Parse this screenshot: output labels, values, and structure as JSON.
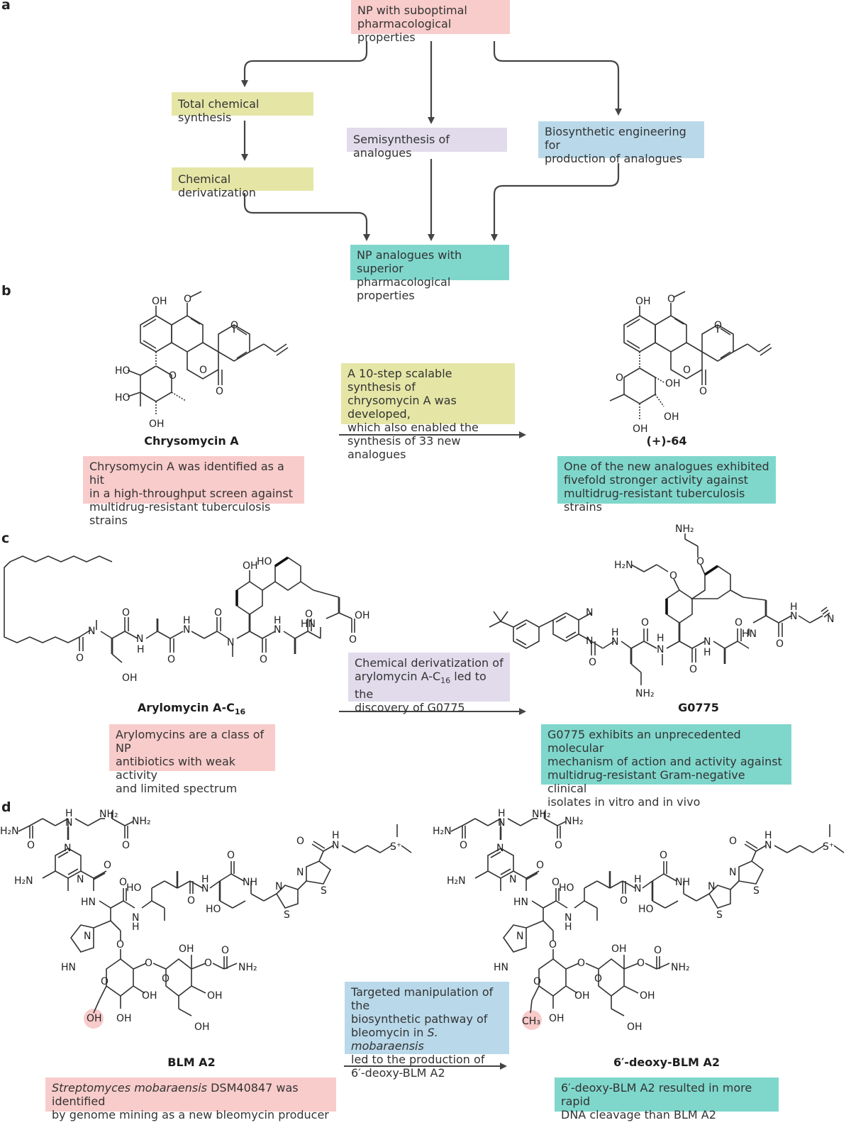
{
  "panels": {
    "a": "a",
    "b": "b",
    "c": "c",
    "d": "d"
  },
  "panel_a": {
    "top": [
      "NP with suboptimal",
      "pharmacological properties"
    ],
    "total": "Total chemical synthesis",
    "derivatization": "Chemical derivatization",
    "semisynthesis": "Semisynthesis of analogues",
    "biosynthetic": [
      "Biosynthetic engineering for",
      "production of analogues"
    ],
    "bottom": [
      "NP analogues with superior",
      "pharmacological properties"
    ]
  },
  "panel_b": {
    "left_name": "Chrysomycin A",
    "right_name": "(+)-64",
    "arrow_note": [
      "A 10-step scalable synthesis of",
      "chrysomycin A was developed,",
      "which also enabled the",
      "synthesis of 33 new analogues"
    ],
    "left_note": [
      "Chrysomycin A was identified  as a hit",
      "in a high-throughput screen against",
      "multidrug-resistant tuberculosis strains"
    ],
    "right_note": [
      "One of the new analogues exhibited",
      "fivefold stronger activity against",
      "multidrug-resistant tuberculosis strains"
    ]
  },
  "panel_c": {
    "left_name_main": "Arylomycin A-C",
    "left_name_sub": "16",
    "right_name": "G0775",
    "arrow_note_1": "Chemical derivatization of",
    "arrow_note_2_main": "arylomycin A-C",
    "arrow_note_2_sub": "16",
    "arrow_note_2_tail": " led to the",
    "arrow_note_3": "discovery of G0775",
    "left_note": [
      "Arylomycins are a class of NP",
      "antibiotics with weak activity",
      "and limited spectrum"
    ],
    "right_note": [
      "G0775 exhibits an unprecedented molecular",
      "mechanism of action and activity against",
      "multidrug-resistant Gram-negative clinical",
      "isolates in vitro and in vivo"
    ]
  },
  "panel_d": {
    "left_name": "BLM A2",
    "right_name": "6′-deoxy-BLM A2",
    "arrow_note_1": "Targeted manipulation of the",
    "arrow_note_2": "biosynthetic pathway of",
    "arrow_note_3_main": "bleomycin in ",
    "arrow_note_3_ital": "S. mobaraensis",
    "arrow_note_4": "led to the production of",
    "arrow_note_5": "6′-deoxy-BLM A2",
    "left_note_ital": "Streptomyces mobaraensis",
    "left_note_rest": " DSM40847 was identified",
    "left_note_2": "by genome mining as a new bleomycin producer",
    "right_note": [
      "6′-deoxy-BLM A2 resulted in more rapid",
      "DNA cleavage than BLM A2"
    ]
  },
  "atoms": {
    "OH": "OH",
    "O": "O",
    "HO": "HO",
    "N": "N",
    "H": "H",
    "HN": "HN",
    "NH": "NH",
    "NH2": "NH₂",
    "H2N": "H₂N",
    "S": "S",
    "S+": "S⁺",
    "CH3": "CH₃"
  }
}
